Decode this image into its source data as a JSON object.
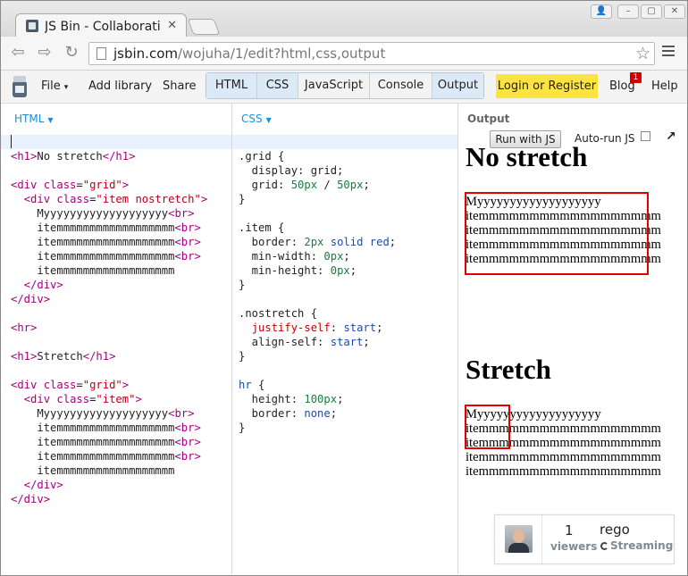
{
  "browser": {
    "tab_title": "JS Bin - Collaborative",
    "url_host": "jsbin.com",
    "url_path": "/wojuha/1/edit?html,css,output"
  },
  "jsbin": {
    "menu": {
      "file": "File",
      "add_library": "Add library",
      "share": "Share"
    },
    "panels": [
      "HTML",
      "CSS",
      "JavaScript",
      "Console",
      "Output"
    ],
    "active_panels": [
      "HTML",
      "CSS",
      "Output"
    ],
    "login": "Login or Register",
    "blog": "Blog",
    "blog_badge": "1",
    "help": "Help",
    "accent": "#ffe340"
  },
  "html_pane": {
    "label": "HTML",
    "lines": [
      "",
      "<h1>No stretch</h1>",
      "",
      "<div class=\"grid\">",
      "  <div class=\"item nostretch\">",
      "    Myyyyyyyyyyyyyyyyyyy<br>",
      "    itemmmmmmmmmmmmmmmmmm<br>",
      "    itemmmmmmmmmmmmmmmmmm<br>",
      "    itemmmmmmmmmmmmmmmmmm<br>",
      "    itemmmmmmmmmmmmmmmmmm",
      "  </div>",
      "</div>",
      "",
      "<hr>",
      "",
      "<h1>Stretch</h1>",
      "",
      "<div class=\"grid\">",
      "  <div class=\"item\">",
      "    Myyyyyyyyyyyyyyyyyyy<br>",
      "    itemmmmmmmmmmmmmmmmmm<br>",
      "    itemmmmmmmmmmmmmmmmmm<br>",
      "    itemmmmmmmmmmmmmmmmmm<br>",
      "    itemmmmmmmmmmmmmmmmmm",
      "  </div>",
      "</div>"
    ]
  },
  "css_pane": {
    "label": "CSS",
    "lines": [
      "",
      ".grid {",
      "  display: grid;",
      "  grid: 50px / 50px;",
      "}",
      "",
      ".item {",
      "  border: 2px solid red;",
      "  min-width: 0px;",
      "  min-height: 0px;",
      "}",
      "",
      ".nostretch {",
      "  justify-self: start;",
      "  align-self: start;",
      "}",
      "",
      "hr {",
      "  height: 100px;",
      "  border: none;",
      "}"
    ]
  },
  "output_pane": {
    "label": "Output",
    "run_button": "Run with JS",
    "autorun_label": "Auto-run JS",
    "autorun_checked": false,
    "popout_icon": "arrow-up-right-icon",
    "heading1": "No stretch",
    "heading2": "Stretch",
    "item_lines": [
      "Myyyyyyyyyyyyyyyyyyy",
      "itemmmmmmmmmmmmmmmmmm",
      "itemmmmmmmmmmmmmmmmmm",
      "itemmmmmmmmmmmmmmmmmm",
      "itemmmmmmmmmmmmmmmmmm"
    ]
  },
  "collab": {
    "viewers_count": "1",
    "viewers_label": "viewers",
    "user": "rego",
    "status": "Streaming"
  }
}
